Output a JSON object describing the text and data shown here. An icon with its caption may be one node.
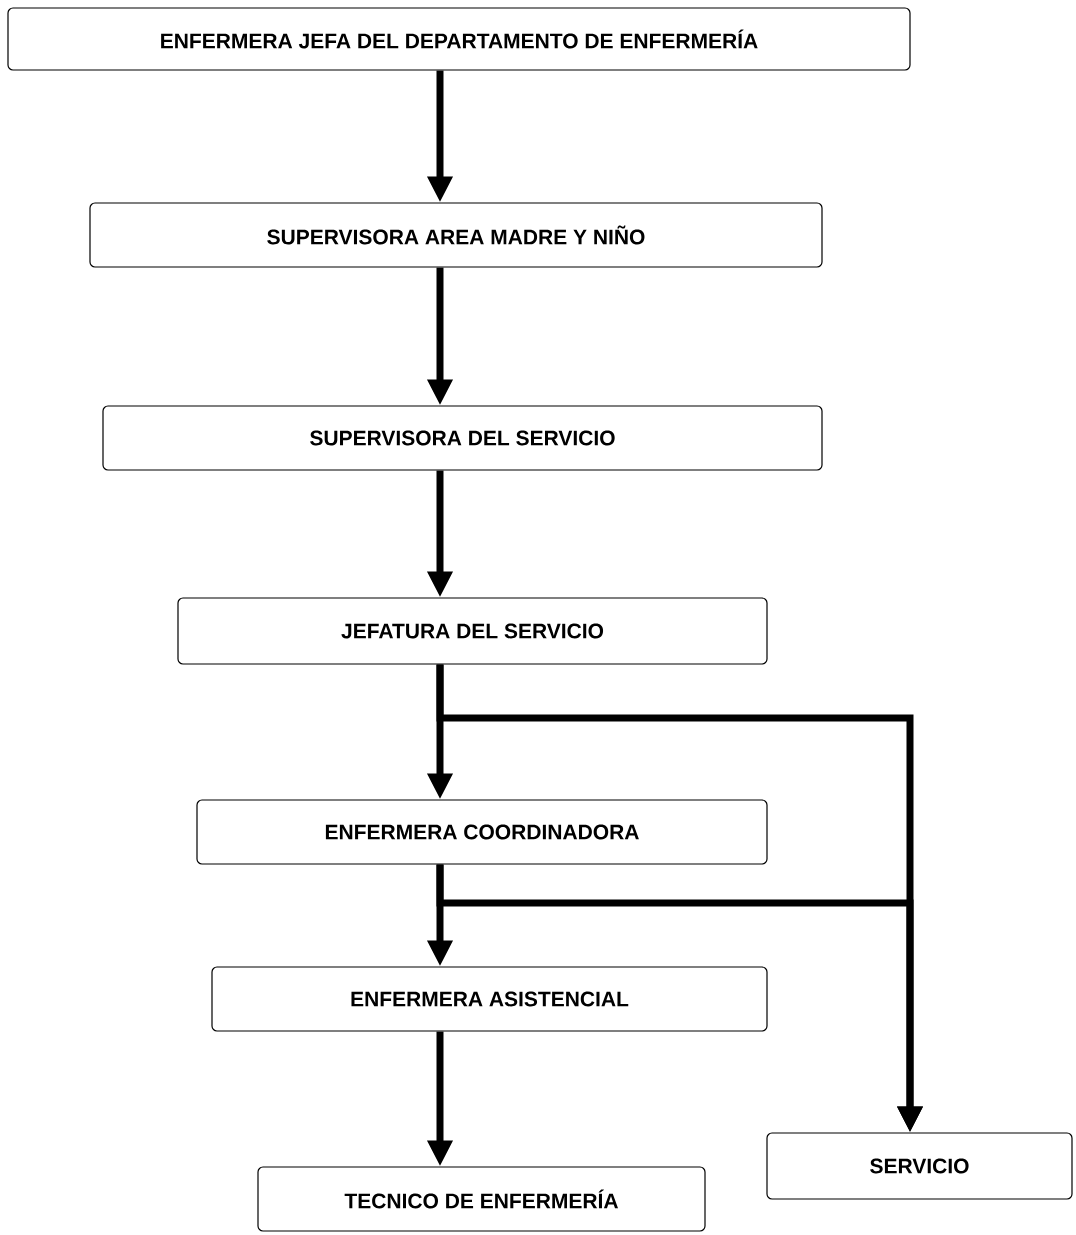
{
  "diagram": {
    "nodes": [
      {
        "text": [
          "ENFERMERA JEFA DEL DEPARTAMENTO DE ENFERMERÍA"
        ]
      },
      {
        "text": [
          "SUPERVISORA AREA MADRE Y NIÑO"
        ]
      },
      {
        "text": [
          "SUPERVISORA DEL SERVICIO"
        ]
      },
      {
        "text": [
          "JEFATURA DEL SERVICIO"
        ]
      },
      {
        "text": [
          "ENFERMERA COORDINADORA"
        ]
      },
      {
        "text": [
          "ENFERMERA ASISTENCIAL"
        ]
      },
      {
        "text": [
          "TECNICO DE ENFERMERÍA"
        ]
      },
      {
        "text": [
          "SERVICIO"
        ]
      }
    ],
    "edges": [
      {
        "from": 0,
        "to": 1,
        "arrow": "to"
      },
      {
        "from": 1,
        "to": 2,
        "arrow": "to"
      },
      {
        "from": 2,
        "to": 3,
        "arrow": "to"
      },
      {
        "from": 3,
        "to": 4,
        "arrow": "to"
      },
      {
        "from": 3,
        "to": 7,
        "arrow": "to"
      },
      {
        "from": 4,
        "to": 5,
        "arrow": "to"
      },
      {
        "from": 4,
        "to": 7,
        "arrow": "to"
      },
      {
        "from": 5,
        "to": 6,
        "arrow": "to"
      }
    ]
  }
}
